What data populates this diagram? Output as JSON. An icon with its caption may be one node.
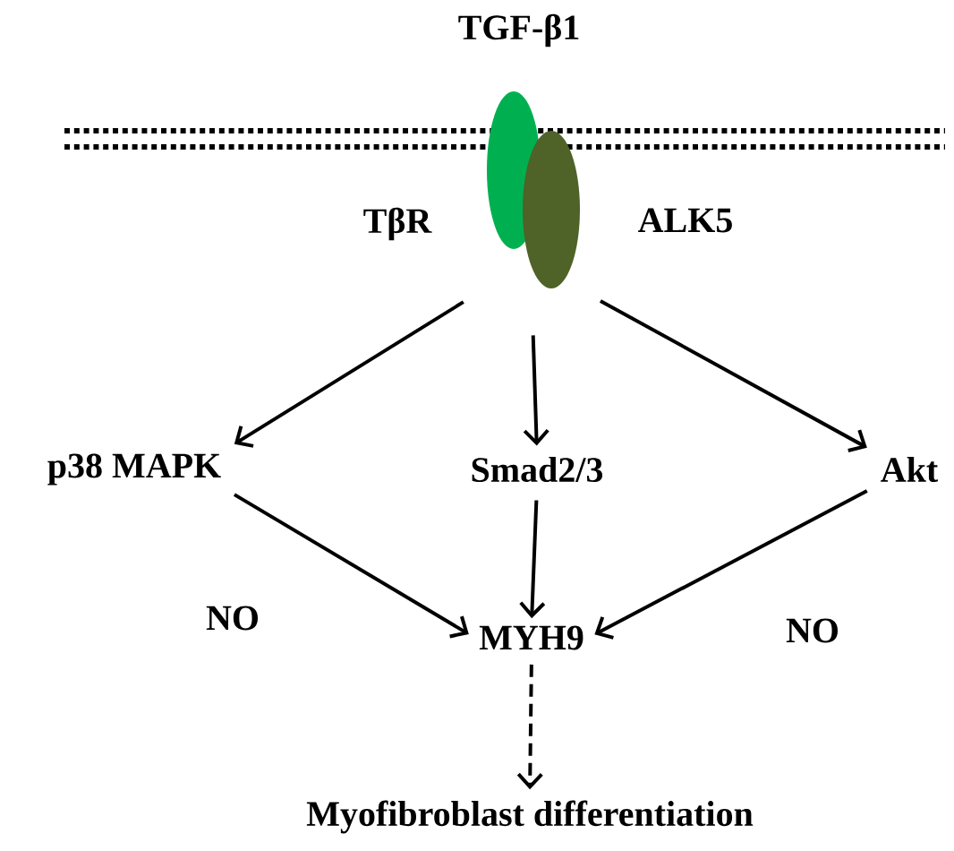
{
  "diagram": {
    "nodes": [
      {
        "text": [],
        "shape": "ellipse",
        "beside": [
          "TβR",
          "ALK5"
        ]
      },
      {
        "text": [
          "p38 MAPK"
        ]
      },
      {
        "text": [
          "Smad2/3"
        ]
      },
      {
        "text": [
          "Akt"
        ]
      },
      {
        "text": [
          "MYH9"
        ]
      },
      {
        "text": [
          "Myofibroblast differentiation"
        ]
      }
    ],
    "edges": [
      {
        "from": 0,
        "to": 1,
        "arrow": "to"
      },
      {
        "from": 0,
        "to": 2,
        "arrow": "to"
      },
      {
        "from": 0,
        "to": 3,
        "arrow": "to"
      },
      {
        "from": 1,
        "to": 4,
        "arrow": "to",
        "label": "NO"
      },
      {
        "from": 2,
        "to": 4,
        "arrow": "to"
      },
      {
        "from": 3,
        "to": 4,
        "arrow": "to",
        "label": "NO"
      },
      {
        "from": 4,
        "to": 5,
        "arrow": "to",
        "style": "dashed"
      }
    ],
    "labels": [
      "TGF-β1"
    ]
  }
}
